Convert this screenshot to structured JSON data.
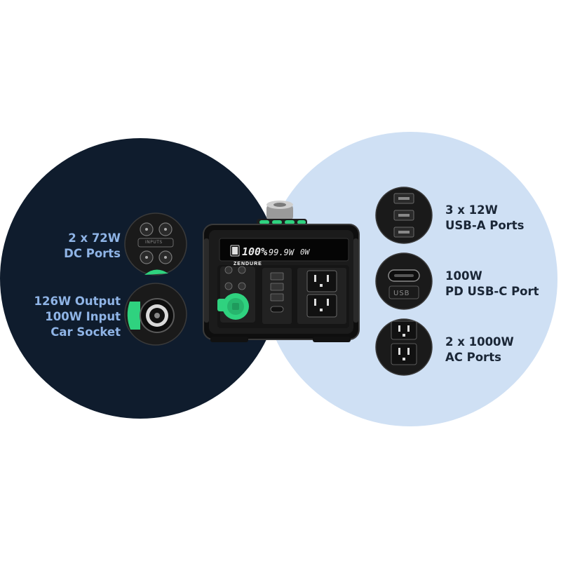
{
  "labels": {
    "dc_ports": [
      "2 x 72W",
      "DC Ports"
    ],
    "car_socket": [
      "126W Output",
      "100W Input",
      "Car Socket"
    ],
    "usb_a": [
      "3 x 12W",
      "USB-A Ports"
    ],
    "usb_c": [
      "100W",
      "PD USB-C Port"
    ],
    "ac": [
      "2 x 1000W",
      "AC Ports"
    ]
  },
  "device": {
    "brand": "ZENDURE",
    "display": {
      "battery": "100%",
      "input": "99.9W",
      "output": "0W"
    },
    "port_marks": {
      "inputs": "INPUTS",
      "usb_c": "USB"
    }
  },
  "colors": {
    "dark_circle": "#0f1c2d",
    "light_circle": "#cfe0f4",
    "accent_green": "#2fd27f",
    "left_text": "#8fb4e6",
    "right_text": "#1a2636"
  }
}
